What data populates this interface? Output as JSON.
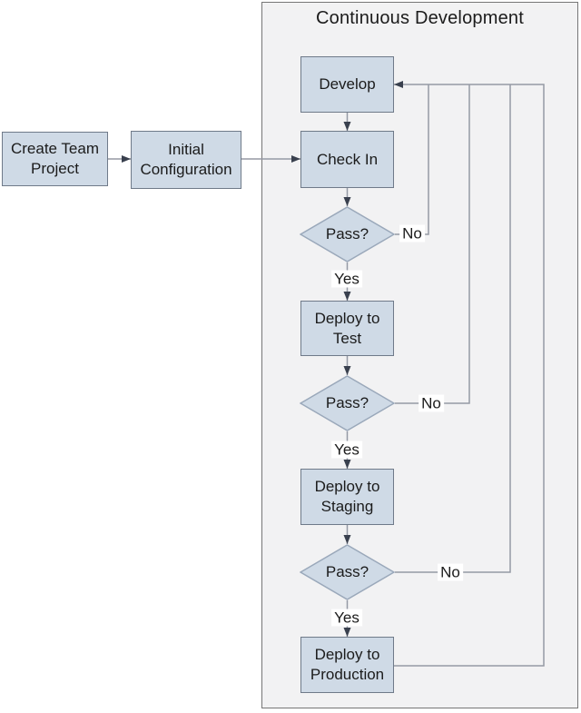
{
  "diagram": {
    "group_title": "Continuous Development",
    "nodes": {
      "create_team_project": {
        "label": "Create Team Project"
      },
      "initial_configuration": {
        "label": "Initial Configuration"
      },
      "develop": {
        "label": "Develop"
      },
      "check_in": {
        "label": "Check In"
      },
      "pass_check_in": {
        "label": "Pass?"
      },
      "deploy_to_test": {
        "label": "Deploy to Test"
      },
      "pass_test": {
        "label": "Pass?"
      },
      "deploy_to_staging": {
        "label": "Deploy to Staging"
      },
      "pass_staging": {
        "label": "Pass?"
      },
      "deploy_to_production": {
        "label": "Deploy to Production"
      }
    },
    "edge_labels": {
      "yes_1": "Yes",
      "no_1": "No",
      "yes_2": "Yes",
      "no_2": "No",
      "yes_3": "Yes",
      "no_3": "No"
    },
    "colors": {
      "node_fill": "#cfdae6",
      "node_border": "#6f7a89",
      "decision_border": "#9aa8ba",
      "line": "#9599a4",
      "arrow": "#39404e",
      "container_fill": "#f2f2f3",
      "container_border": "#767676",
      "label_bg": "#ffffff",
      "text": "#1b1b1b",
      "page_bg": "#ffffff"
    }
  }
}
